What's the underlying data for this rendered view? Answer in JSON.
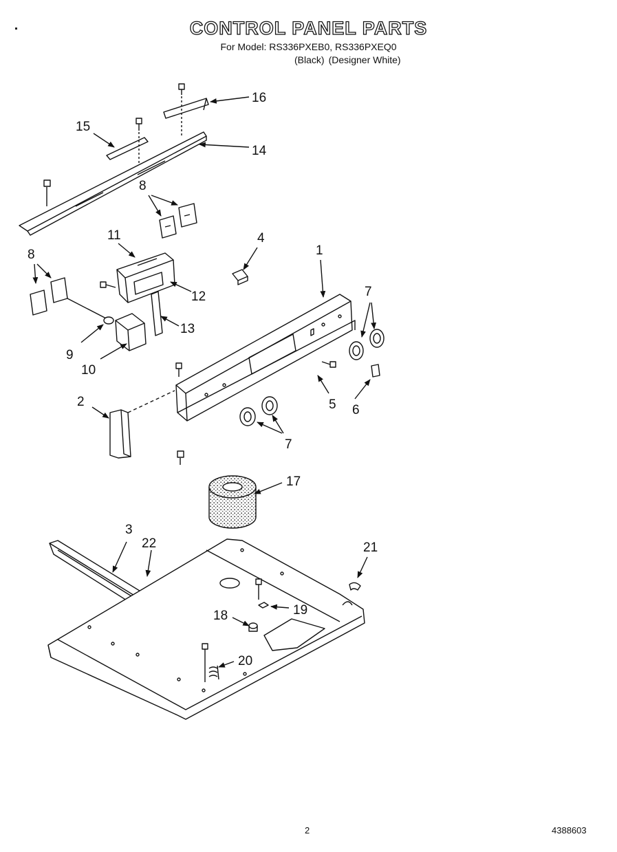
{
  "header": {
    "title": "CONTROL PANEL PARTS",
    "model_line": "For Model: RS336PXEB0, RS336PXEQ0",
    "variant_black": "(Black)",
    "variant_white": "(Designer White)"
  },
  "callouts": [
    {
      "id": "c16",
      "label": "16"
    },
    {
      "id": "c15",
      "label": "15"
    },
    {
      "id": "c14",
      "label": "14"
    },
    {
      "id": "c8a",
      "label": "8"
    },
    {
      "id": "c11",
      "label": "11"
    },
    {
      "id": "c4",
      "label": "4"
    },
    {
      "id": "c1",
      "label": "1"
    },
    {
      "id": "c8b",
      "label": "8"
    },
    {
      "id": "c12",
      "label": "12"
    },
    {
      "id": "c7a",
      "label": "7"
    },
    {
      "id": "c13",
      "label": "13"
    },
    {
      "id": "c9",
      "label": "9"
    },
    {
      "id": "c10",
      "label": "10"
    },
    {
      "id": "c5",
      "label": "5"
    },
    {
      "id": "c6",
      "label": "6"
    },
    {
      "id": "c2",
      "label": "2"
    },
    {
      "id": "c7b",
      "label": "7"
    },
    {
      "id": "c17",
      "label": "17"
    },
    {
      "id": "c3",
      "label": "3"
    },
    {
      "id": "c22",
      "label": "22"
    },
    {
      "id": "c21",
      "label": "21"
    },
    {
      "id": "c19",
      "label": "19"
    },
    {
      "id": "c18",
      "label": "18"
    },
    {
      "id": "c20",
      "label": "20"
    }
  ],
  "footer": {
    "page_number": "2",
    "doc_number": "4388603"
  }
}
